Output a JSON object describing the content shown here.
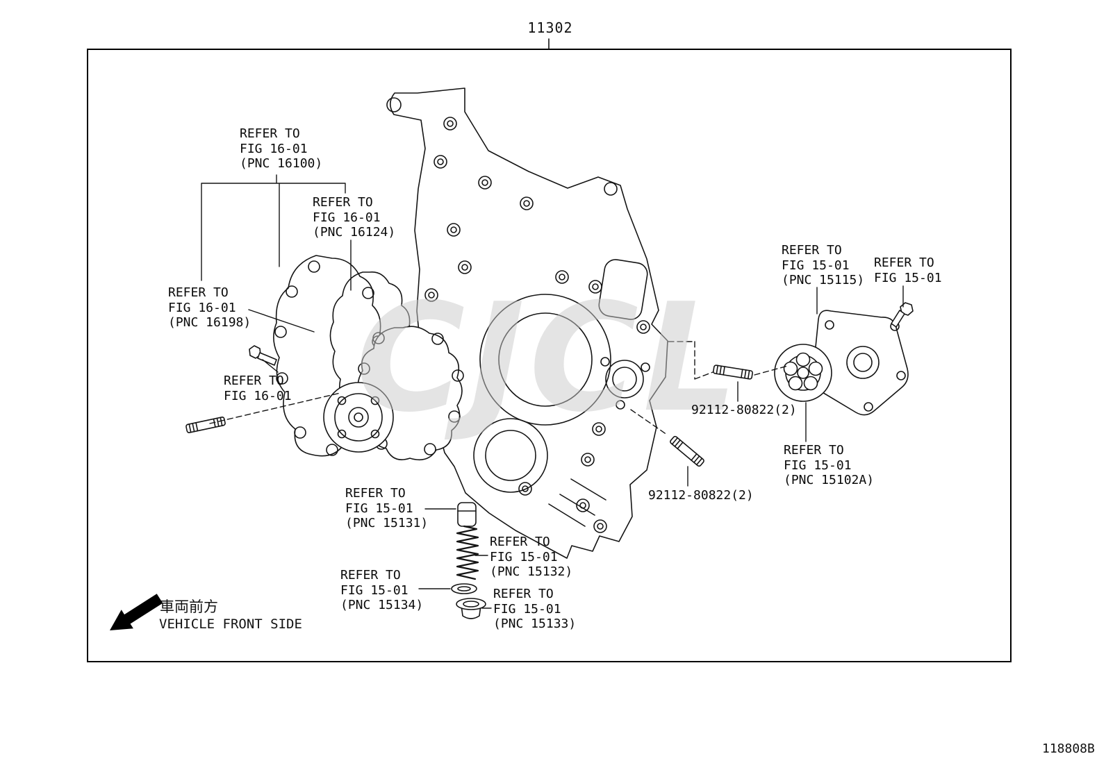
{
  "figure": {
    "number": "11302",
    "page_code": "118808B"
  },
  "watermark": {
    "text": "CJCL"
  },
  "orientation": {
    "jp": "車両前方",
    "en": "VEHICLE FRONT SIDE"
  },
  "callouts": {
    "pnc16100": "REFER TO\nFIG 16-01\n(PNC 16100)",
    "pnc16124": "REFER TO\nFIG 16-01\n(PNC 16124)",
    "pnc16198": "REFER TO\nFIG 16-01\n(PNC 16198)",
    "fig1601": "REFER TO\nFIG 16-01",
    "pnc15115": "REFER TO\nFIG 15-01\n(PNC 15115)",
    "fig1501": "REFER TO\nFIG 15-01",
    "pnc15102a": "REFER TO\nFIG 15-01\n(PNC 15102A)",
    "pnc15131": "REFER TO\nFIG 15-01\n(PNC 15131)",
    "pnc15132": "REFER TO\nFIG 15-01\n(PNC 15132)",
    "pnc15134": "REFER TO\nFIG 15-01\n(PNC 15134)",
    "pnc15133": "REFER TO\nFIG 15-01\n(PNC 15133)",
    "stud_upper": "92112-80822(2)",
    "stud_lower": "92112-80822(2)"
  }
}
